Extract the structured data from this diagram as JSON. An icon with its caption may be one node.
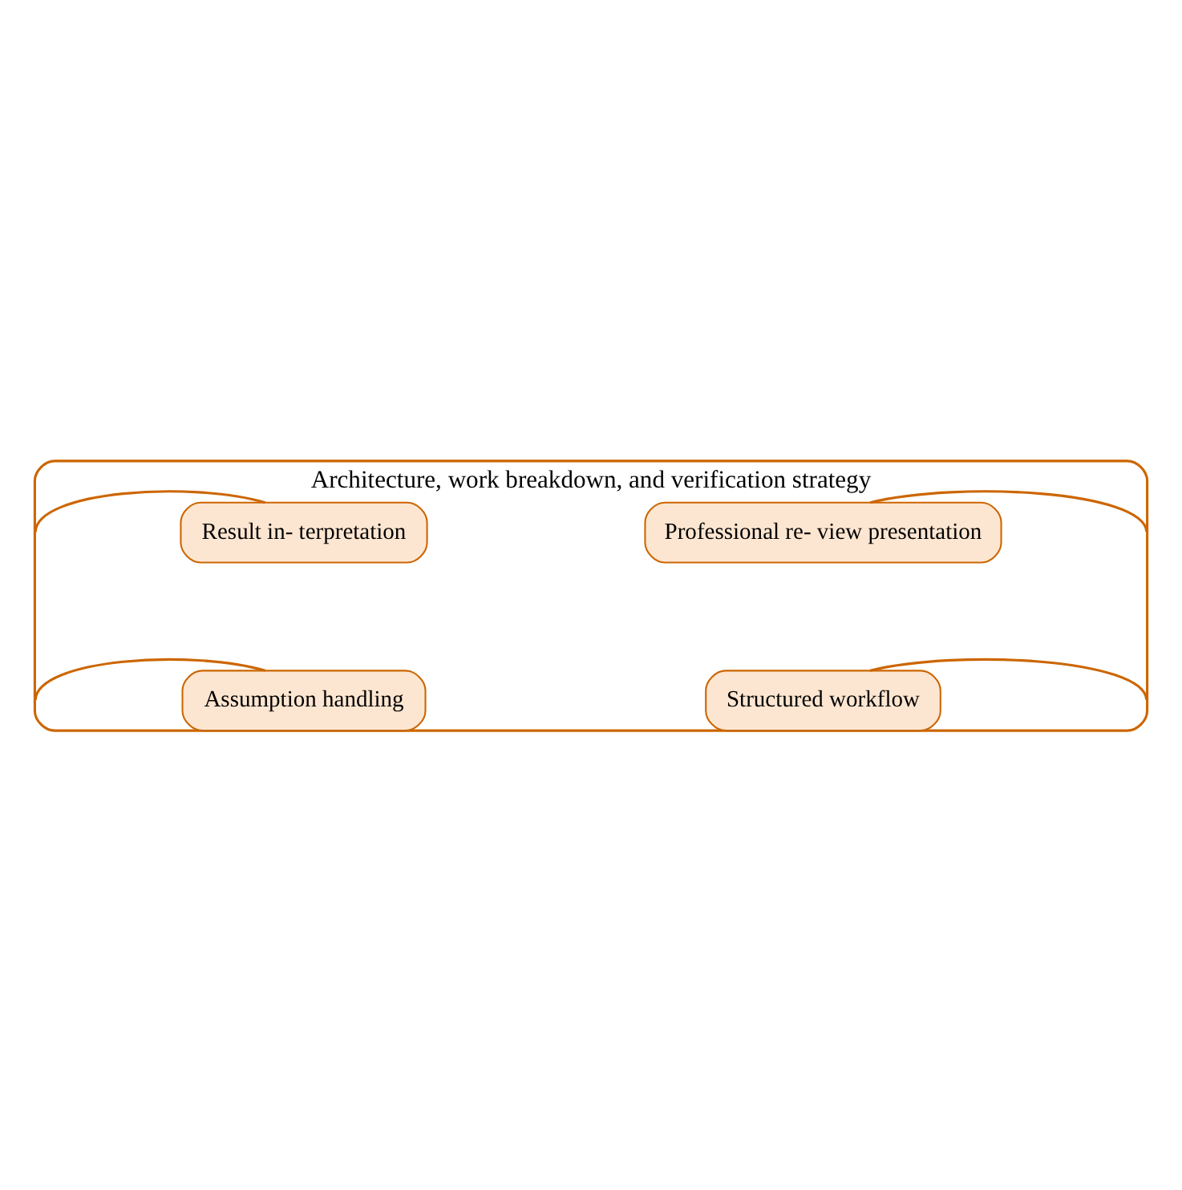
{
  "diagram": {
    "nodes": [
      {
        "text": [
          "Architecture, work breakdown, and verification strategy"
        ]
      },
      {
        "text": [
          "Result in- terpretation"
        ],
        "in": 0
      },
      {
        "text": [
          "Professional re- view presentation"
        ],
        "in": 0
      },
      {
        "text": [
          "Assumption handling"
        ],
        "in": 0
      },
      {
        "text": [
          "Structured workflow"
        ],
        "in": 0
      }
    ],
    "edges": [
      {
        "from": 0,
        "to": 1,
        "arrow": "none"
      },
      {
        "from": 0,
        "to": 2,
        "arrow": "none"
      },
      {
        "from": 0,
        "to": 3,
        "arrow": "none"
      },
      {
        "from": 0,
        "to": 4,
        "arrow": "none"
      }
    ]
  }
}
